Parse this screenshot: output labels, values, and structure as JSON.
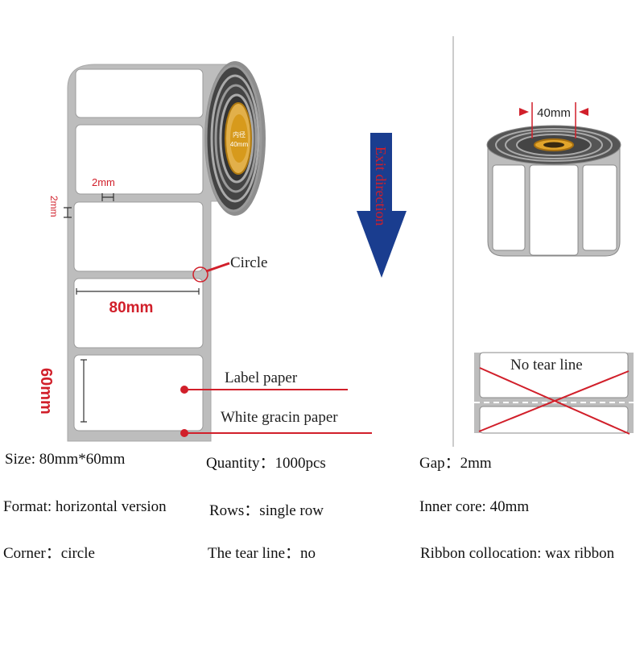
{
  "diagram": {
    "gap_h_label": "2mm",
    "gap_v_label": "2mm",
    "width_label": "80mm",
    "height_label": "60mm",
    "core_badge_line1": "内径",
    "core_badge_line2": "40mm",
    "circle_label": "Circle",
    "label_paper": "Label paper",
    "backing_paper": "White gracin paper",
    "exit_direction": "Exit direction",
    "core_diameter": "40mm",
    "no_tear_line": "No tear line"
  },
  "specs": [
    {
      "label": "Size: ",
      "value": "80mm*60mm"
    },
    {
      "label": "Quantity：",
      "value": "1000pcs"
    },
    {
      "label": "Gap：",
      "value": "2mm"
    },
    {
      "label": "Format: ",
      "value": "horizontal version"
    },
    {
      "label": "Rows：",
      "value": "single row"
    },
    {
      "label": "Inner core: ",
      "value": "40mm"
    },
    {
      "label": "Corner：",
      "value": "circle"
    },
    {
      "label": "The tear line：",
      "value": "no"
    },
    {
      "label": "Ribbon collocation: ",
      "value": "wax ribbon"
    }
  ],
  "colors": {
    "annotation_red": "#d11f2a",
    "arrow_blue": "#1a3d8f",
    "roll_gray": "#b9b9b9",
    "core_gold": "#d79a1c"
  }
}
